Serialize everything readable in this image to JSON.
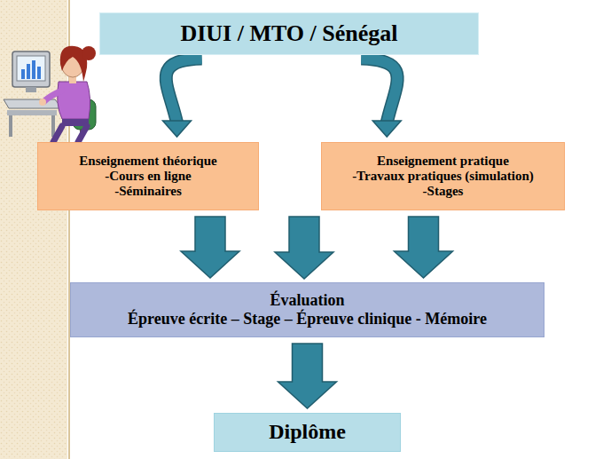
{
  "diagram": {
    "nodes": [
      {
        "text": [
          "DIUI / MTO / Sénégal"
        ]
      },
      {
        "text": [
          "Enseignement théorique",
          "-Cours en ligne",
          "-Séminaires"
        ]
      },
      {
        "text": [
          "Enseignement pratique",
          "-Travaux pratiques (simulation)",
          "-Stages"
        ]
      },
      {
        "text": [
          "Évaluation",
          "Épreuve écrite – Stage – Épreuve clinique - Mémoire"
        ]
      },
      {
        "text": [
          "Diplôme"
        ]
      }
    ],
    "edges": [
      {
        "from": 0,
        "to": 1,
        "arrow": "to"
      },
      {
        "from": 0,
        "to": 2,
        "arrow": "to"
      },
      {
        "from": 1,
        "to": 3,
        "arrow": "to"
      },
      {
        "from": 2,
        "to": 3,
        "arrow": "to"
      },
      {
        "from": 3,
        "to": 4,
        "arrow": "to"
      }
    ]
  }
}
